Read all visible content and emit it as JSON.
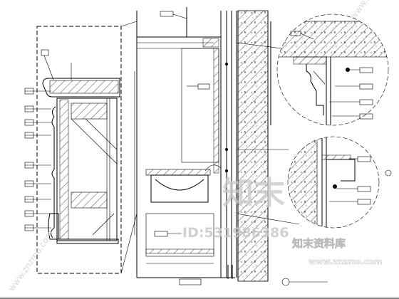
{
  "watermark": {
    "logo_text": "知末",
    "id_text": "ID:531986386",
    "brand_text": "知末资料库",
    "url_text": "www.znzmo.com",
    "side_text": "www.znzmo.com"
  },
  "colors": {
    "line": "#000000",
    "watermark": "#c8c8c8",
    "background": "#ffffff"
  }
}
